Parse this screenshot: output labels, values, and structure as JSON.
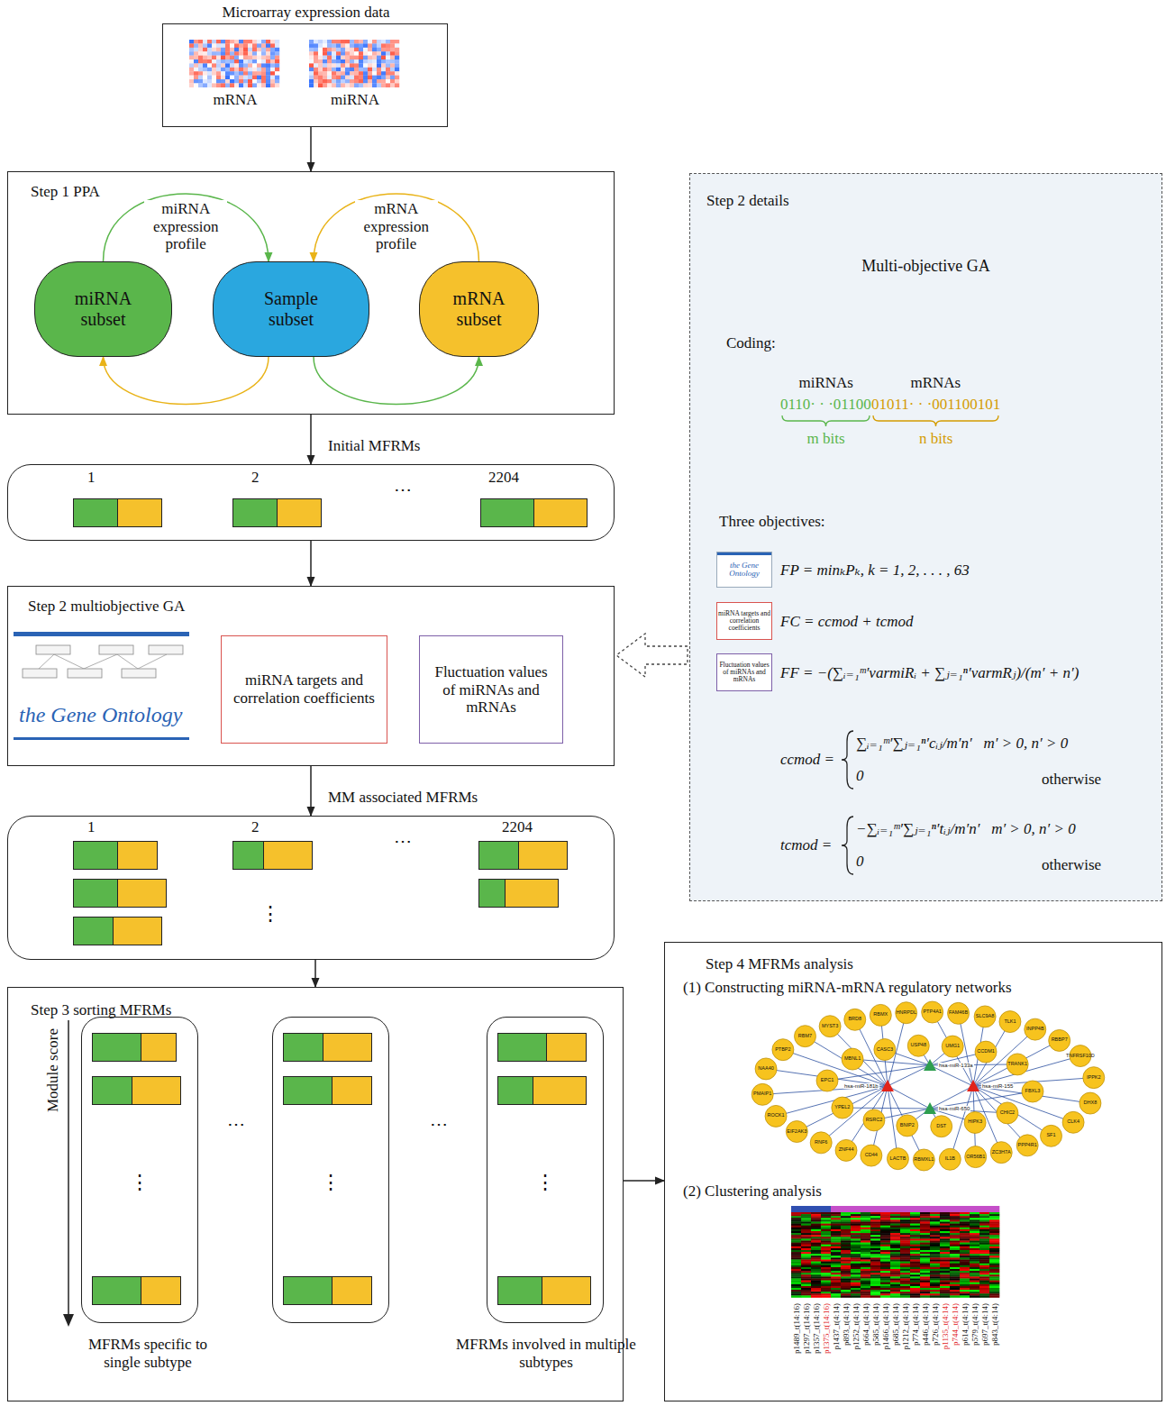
{
  "diagram": {
    "nodes": [
      {
        "text": [
          "Microarray expression data",
          "mRNA",
          "miRNA"
        ]
      },
      {
        "text": [
          "Step 1 PPA"
        ]
      },
      {
        "text": [
          "miRNA subset"
        ],
        "in": 1
      },
      {
        "text": [
          "Sample subset"
        ],
        "in": 1
      },
      {
        "text": [
          "mRNA subset"
        ],
        "in": 1
      },
      {
        "text": [
          "Initial MFRMs",
          "1",
          "2",
          "⋯",
          "2204"
        ]
      },
      {
        "text": [
          "Step 2 multiobjective GA"
        ]
      },
      {
        "text": [
          "the Gene Ontology"
        ],
        "in": 6
      },
      {
        "text": [
          "miRNA targets and correlation coefficients"
        ],
        "in": 6
      },
      {
        "text": [
          "Fluctuation values of miRNAs and mRNAs"
        ],
        "in": 6
      },
      {
        "text": [
          "MM associated MFRMs",
          "1",
          "2",
          "⋯",
          "2204",
          "⋮"
        ]
      },
      {
        "text": [
          "Step 3 sorting MFRMs",
          "Module score",
          "⋯",
          "⋯",
          "MFRMs specific to single subtype",
          "MFRMs involved in multiple subtypes"
        ]
      },
      {
        "text": [
          "⋮"
        ],
        "in": 11
      },
      {
        "text": [
          "⋮"
        ],
        "in": 11
      },
      {
        "text": [
          "⋮"
        ],
        "in": 11
      },
      {
        "text": [
          "Step 2 details",
          "Multi-objective GA",
          "Coding:",
          "miRNAs",
          "mRNAs",
          "0110· · ·01100",
          "01011· · ·001100101",
          "m bits",
          "n bits",
          "Three objectives:",
          "FP = minₖPₖ, k = 1, 2, . . . , 63",
          "FC = ccmod + tcmod",
          "FF = −(∑ᵢ₌₁ᵐ′varmiRᵢ + ∑ⱼ₌₁ⁿ′varmRⱼ)/(m′ + n′)",
          "ccmod =",
          "∑ᵢ₌₁ᵐ′∑ⱼ₌₁ⁿ′cᵢⱼ/m′n′   m′ > 0, n′ > 0",
          "0",
          "otherwise",
          "tcmod =",
          "−∑ᵢ₌₁ᵐ′∑ⱼ₌₁ⁿ′tᵢⱼ/m′n′   m′ > 0, n′ > 0",
          "0",
          "otherwise"
        ]
      },
      {
        "text": [
          "the Gene Ontology"
        ],
        "in": 15
      },
      {
        "text": [
          "miRNA targets and correlation coefficients"
        ],
        "in": 15
      },
      {
        "text": [
          "Fluctuation values of miRNAs and mRNAs"
        ],
        "in": 15
      },
      {
        "text": [
          "Step 4 MFRMs analysis",
          "(1) Constructing miRNA-mRNA regulatory networks",
          "(2) Clustering analysis"
        ]
      }
    ],
    "edges": [
      {
        "from": 0,
        "to": 1,
        "arrow": "to"
      },
      {
        "from": 1,
        "to": 5,
        "arrow": "to"
      },
      {
        "from": 5,
        "to": 6,
        "arrow": "to"
      },
      {
        "from": 6,
        "to": 10,
        "arrow": "to"
      },
      {
        "from": 10,
        "to": 11,
        "arrow": "to"
      },
      {
        "from": 11,
        "to": 19,
        "arrow": "to"
      },
      {
        "from": 15,
        "to": 6,
        "arrow": "to"
      },
      {
        "from": 2,
        "to": 3,
        "label": "miRNA expression profile",
        "arrow": "to"
      },
      {
        "from": 4,
        "to": 3,
        "label": "mRNA expression profile",
        "arrow": "to"
      },
      {
        "from": 3,
        "to": 2,
        "arrow": "to"
      },
      {
        "from": 3,
        "to": 4,
        "arrow": "to"
      }
    ],
    "labels": [
      "p1489_t(14:16)",
      "p1297_t(14:16)",
      "p1357_t(14:16)",
      "p1375_t(14:16)",
      "p1437_t(4:14)",
      "p893_t(4:14)",
      "p1252_t(4:14)",
      "p664_t(4:14)",
      "p585_t(4:14)",
      "p1466_t(4:14)",
      "p685_t(4:14)",
      "p1212_t(4:14)",
      "p774_t(4:14)",
      "p446_t(4:14)",
      "p726_t(4:14)",
      "p1135_t(4:14)",
      "p744_t(4:14)",
      "p614_t(4:14)",
      "p579_t(4:14)",
      "p697_t(4:14)",
      "p843_t(4:14)",
      "hsa-miR-181b",
      "hsa-miR-155",
      "hsa-miR-650",
      "hsa-miR-133a",
      "MYST3",
      "BRD8",
      "RBMX",
      "HNRPDL",
      "PTP4A1",
      "FAM46B",
      "SLC9A8",
      "TLK1",
      "INPP4B",
      "RBBP7",
      "TNFRSF10D",
      "IPPK2",
      "DHX8",
      "CLK4",
      "SF1",
      "PPP4R1",
      "ZC3H7A",
      "OR56B1",
      "IL1B",
      "RBMXL1",
      "LACTB",
      "CD44",
      "ZNF44",
      "RNF6",
      "EIF2AK3",
      "ROCK1",
      "PMAIP1",
      "NAA40",
      "PTBP2",
      "RBM7",
      "UMG1",
      "CCDM1",
      "TRANK1",
      "FBXL3",
      "CHIC2",
      "HIPK3",
      "DST",
      "BNIP2",
      "RSRC2",
      "YPEL2",
      "EPC1",
      "MBNL1",
      "CASC3",
      "USP48"
    ]
  }
}
